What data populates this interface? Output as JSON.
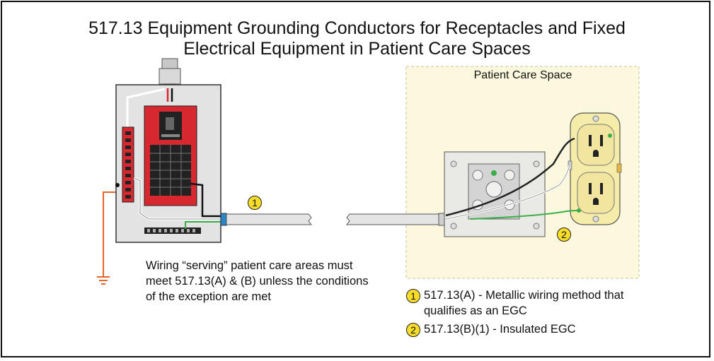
{
  "title": {
    "line1": "517.13 Equipment Grounding Conductors for Receptacles and Fixed",
    "line2": "Electrical Equipment in Patient Care Spaces"
  },
  "patient_care_space_label": "Patient Care Space",
  "note": {
    "line1": "Wiring “serving” patient care areas must",
    "line2": "meet 517.13(A) & (B) unless the conditions",
    "line3": "of the exception are met"
  },
  "callouts": {
    "one": "1",
    "two": "2"
  },
  "legend": [
    {
      "number": "1",
      "line1": "517.13(A) - Metallic wiring method that",
      "line2": "qualifies as an EGC"
    },
    {
      "number": "2",
      "line1": "517.13(B)(1) - Insulated EGC",
      "line2": ""
    }
  ],
  "colors": {
    "panel_red": "#d7282f",
    "ground_wire": "#e8662a",
    "egc_green": "#3cae49",
    "patient_area": "#fbf8dd",
    "receptacle": "#f5ecaa",
    "callout_yellow": "#f7dd2a"
  }
}
